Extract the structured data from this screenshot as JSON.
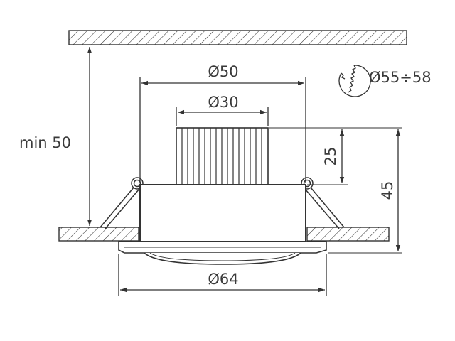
{
  "labels": {
    "min_clearance": "min 50",
    "housing_diameter": "Ø50",
    "heatsink_diameter": "Ø30",
    "cutout_diameter": "Ø55÷58",
    "heatsink_height": "25",
    "total_height": "45",
    "bezel_diameter": "Ø64"
  },
  "icons": {
    "cutout": "hole-saw-icon"
  },
  "colors": {
    "line": "#333333",
    "text": "#3a3a3a",
    "background": "#ffffff"
  }
}
